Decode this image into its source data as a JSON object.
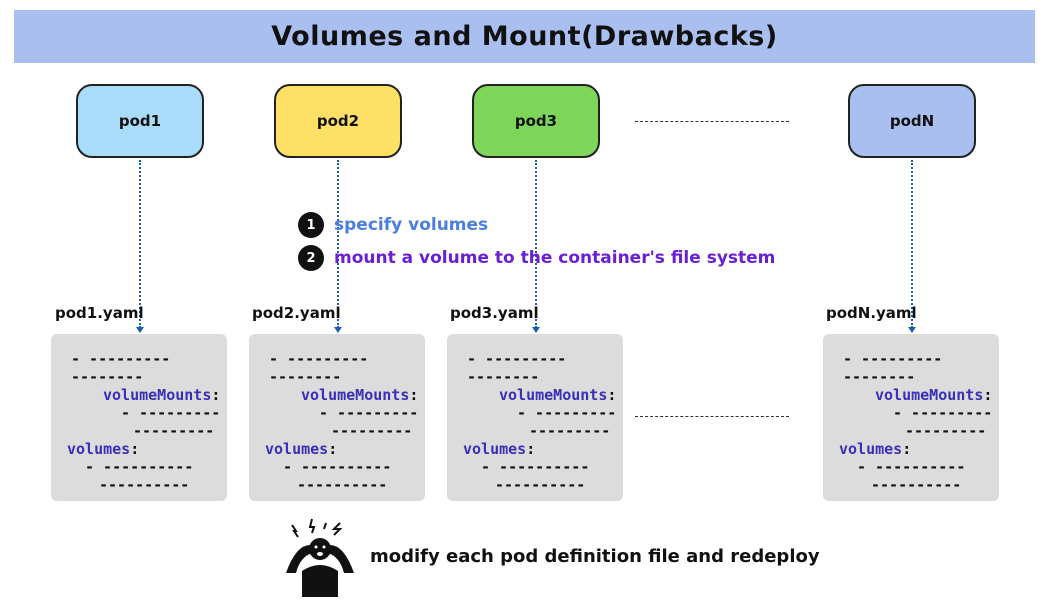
{
  "title": "Volumes and Mount(Drawbacks)",
  "pods": [
    {
      "label": "pod1",
      "color": "#a9dcfb"
    },
    {
      "label": "pod2",
      "color": "#ffe066"
    },
    {
      "label": "pod3",
      "color": "#7dd65a"
    },
    {
      "label": "podN",
      "color": "#a8bff0"
    }
  ],
  "yaml_files": [
    {
      "filename": "pod1.yaml"
    },
    {
      "filename": "pod2.yaml"
    },
    {
      "filename": "pod3.yaml"
    },
    {
      "filename": "podN.yaml"
    }
  ],
  "yaml_content": {
    "line1": "- ---------",
    "line2": "--------",
    "volume_mounts_key": "volumeMounts",
    "line4": "- ---------",
    "line5": "---------",
    "volumes_key": "volumes",
    "line7": "- ----------",
    "line8": "----------",
    "colon": ":"
  },
  "steps": [
    {
      "number": "1",
      "text": "specify volumes"
    },
    {
      "number": "2",
      "text": "mount a volume to the container's file system"
    }
  ],
  "bottom_note": "modify each pod definition file and redeploy",
  "icons": {
    "stress": "frustrated-person-icon"
  },
  "colors": {
    "title_bar": "#a8bff0",
    "yaml_key": "#3a2fb8",
    "step1": "#4a7fe0",
    "step2": "#6a1fd6",
    "arrow": "#1a5fb4"
  }
}
